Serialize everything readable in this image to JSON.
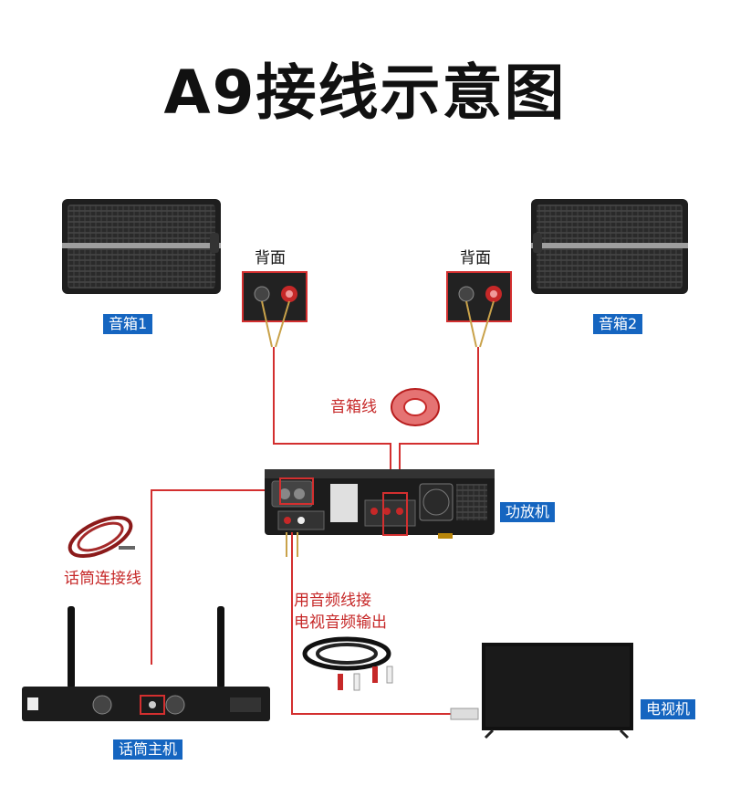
{
  "title": "A9接线示意图",
  "labels": {
    "speaker1": "音箱1",
    "speaker2": "音箱2",
    "back_left": "背面",
    "back_right": "背面",
    "speaker_cable": "音箱线",
    "amplifier": "功放机",
    "mic_cable": "话筒连接线",
    "audio_line_1": "用音频线接",
    "audio_line_2": "电视音频输出",
    "tv": "电视机",
    "mic_host": "话筒主机"
  },
  "colors": {
    "wire": "#d32f2f",
    "label_bg": "#1565c0",
    "device": "#1c1c1c"
  },
  "icons": [
    "speaker-icon",
    "speaker-terminal-icon",
    "cable-coil-icon",
    "amplifier-icon",
    "mic-cable-icon",
    "rca-cable-icon",
    "tv-icon",
    "wireless-receiver-icon"
  ]
}
